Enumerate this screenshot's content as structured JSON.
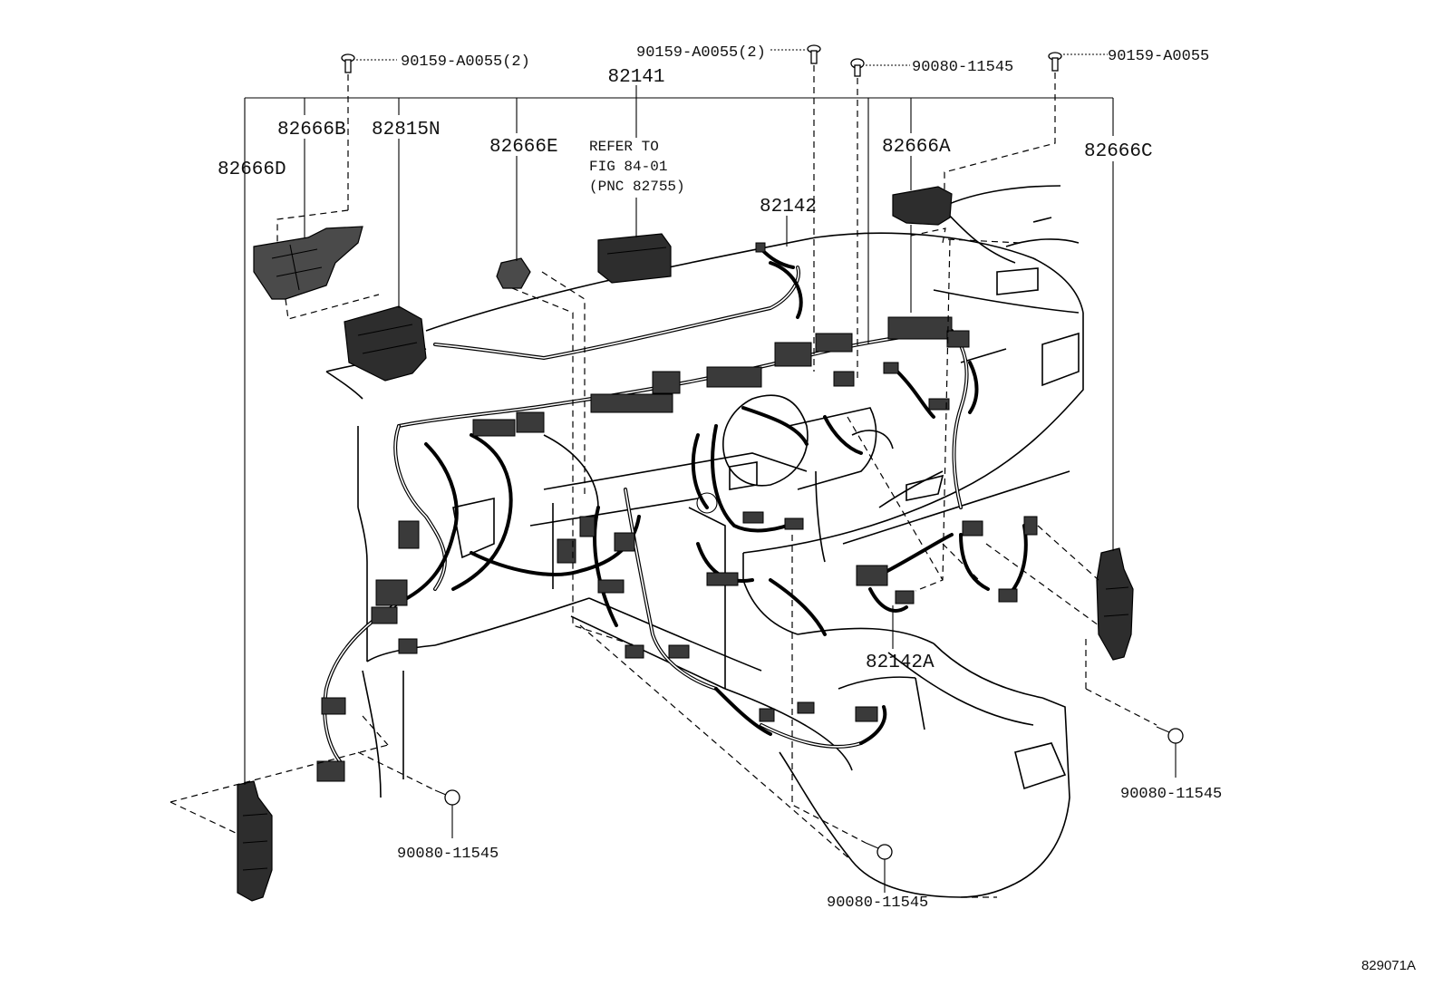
{
  "parts": {
    "harness_main": "82141",
    "harness_sub": "82142",
    "harness_sub_a": "82142A",
    "bracket_b": "82666B",
    "block_n": "82815N",
    "bracket_d": "82666D",
    "clamp_e": "82666E",
    "bracket_a": "82666A",
    "bracket_c": "82666C"
  },
  "fasteners": {
    "screw_top_left": "90159-A0055(2)",
    "screw_top_mid": "90159-A0055(2)",
    "bolt_top_right_mid": "90080-11545",
    "screw_top_right": "90159-A0055",
    "bolt_bottom_left": "90080-11545",
    "bolt_bottom_mid": "90080-11545",
    "bolt_bottom_right": "90080-11545"
  },
  "reference": {
    "line1": "REFER TO",
    "line2": "FIG 84-01",
    "line3": "(PNC 82755)"
  },
  "figure_id": "829071A"
}
